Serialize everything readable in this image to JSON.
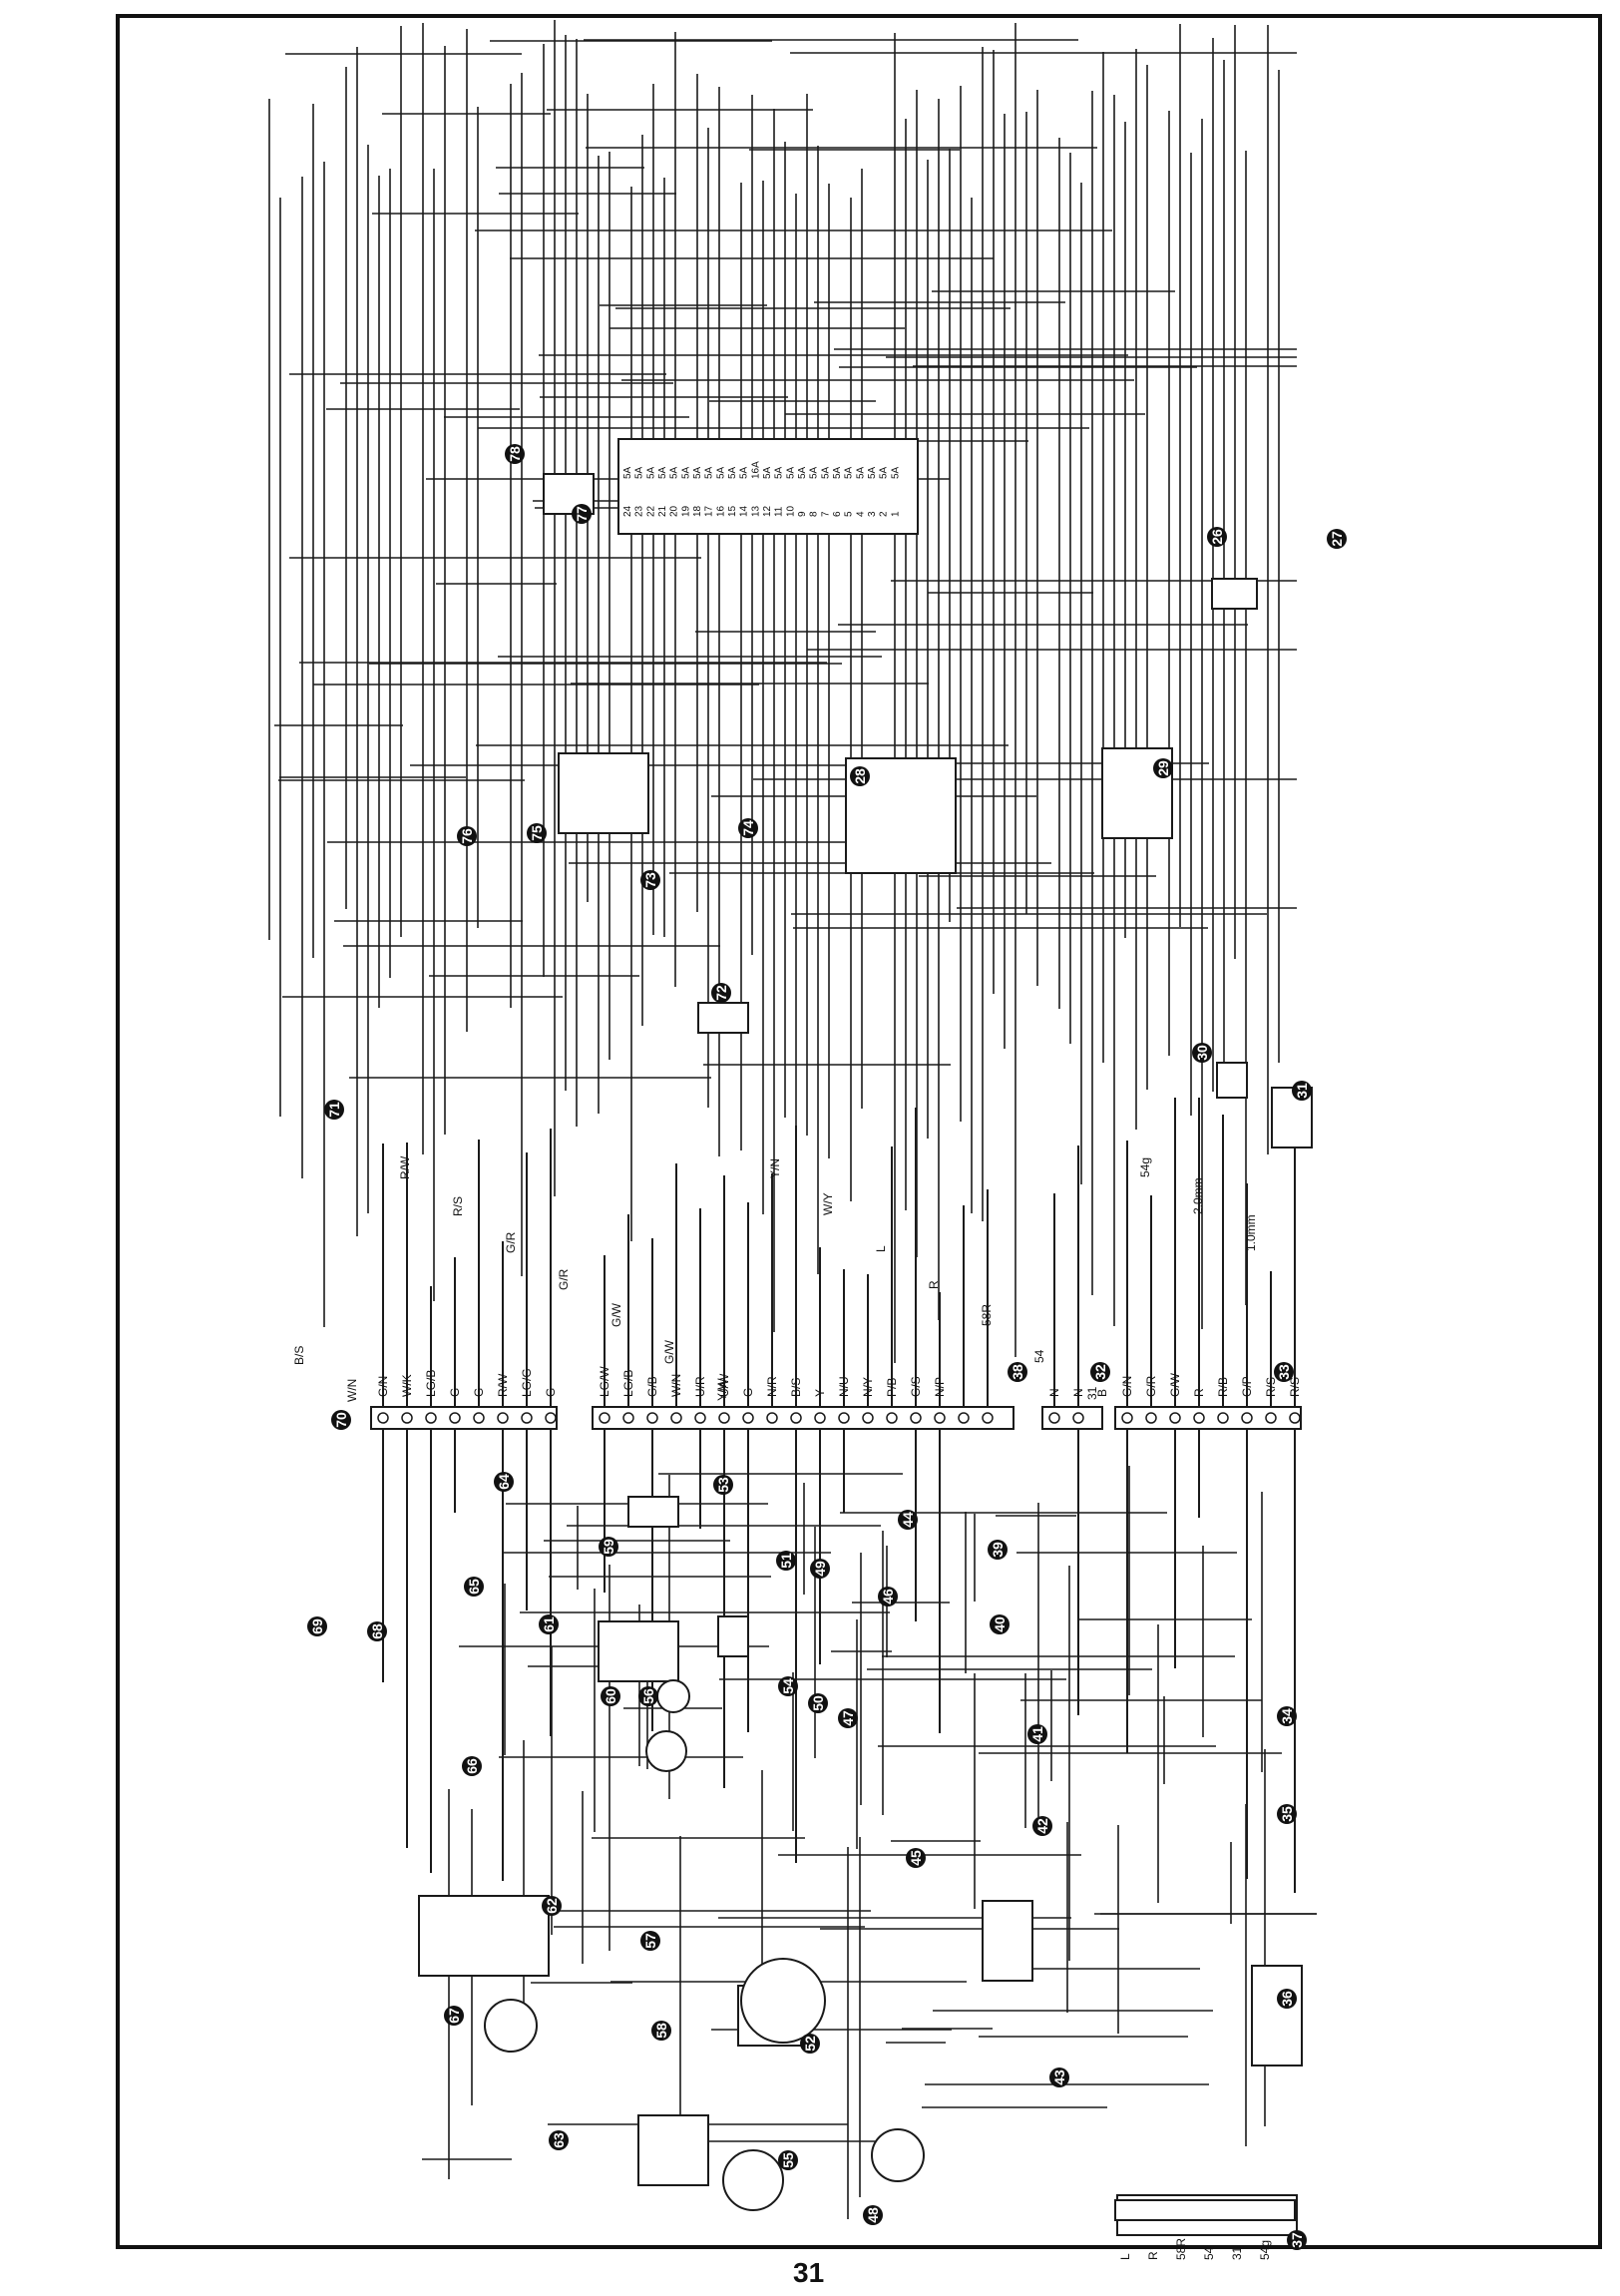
{
  "page_number": "31",
  "colors": {
    "ink": "#1a1a1a",
    "paper": "#ffffff",
    "node_fill": "#111111"
  },
  "component_numbers": [
    "70",
    "38",
    "32",
    "33",
    "71",
    "72",
    "73",
    "74",
    "75",
    "76",
    "77",
    "78",
    "28",
    "29",
    "30",
    "31",
    "26",
    "27",
    "37",
    "56",
    "54",
    "57",
    "58",
    "52",
    "53",
    "51",
    "49",
    "50",
    "46",
    "44",
    "39",
    "40",
    "41",
    "42",
    "43",
    "34",
    "35",
    "36",
    "59",
    "60",
    "61",
    "62",
    "63",
    "64",
    "65",
    "66",
    "67",
    "68",
    "69",
    "55",
    "45",
    "47",
    "48"
  ],
  "wire_codes": [
    "G/N",
    "W/K",
    "LG/B",
    "G",
    "G",
    "R/W",
    "LG/G",
    "G",
    "LG/W",
    "LG/B",
    "G/B",
    "W/N",
    "U/R",
    "U/W",
    "G",
    "N/R",
    "B/S",
    "Y",
    "N/U",
    "N/Y",
    "P/B",
    "G/S",
    "N/P",
    "N",
    "N",
    "B",
    "G/N",
    "G/R",
    "G/W",
    "R",
    "R/B",
    "G/P",
    "R/S",
    "R/S",
    "B/S",
    "W/N",
    "R/W",
    "R/S",
    "G/R",
    "G/R",
    "G/W",
    "G/W",
    "Y/W",
    "Y/N",
    "W/Y",
    "L",
    "R",
    "58R",
    "54",
    "31",
    "54g",
    "2.0mm",
    "1.0mm"
  ],
  "fusebox_77": {
    "ratings": [
      "5A",
      "5A",
      "5A",
      "5A",
      "5A",
      "5A",
      "5A",
      "5A",
      "5A",
      "5A",
      "5A",
      "16A",
      "5A",
      "5A",
      "5A",
      "5A",
      "5A",
      "5A",
      "5A",
      "5A",
      "5A",
      "5A",
      "5A",
      "5A"
    ],
    "numbers": [
      "24",
      "23",
      "22",
      "21",
      "20",
      "19",
      "18",
      "17",
      "16",
      "15",
      "14",
      "13",
      "12",
      "11",
      "10",
      "9",
      "8",
      "7",
      "6",
      "5",
      "4",
      "3",
      "2",
      "1"
    ]
  },
  "terminal_37_labels": [
    "L",
    "R",
    "58R",
    "54",
    "31",
    "54g"
  ]
}
